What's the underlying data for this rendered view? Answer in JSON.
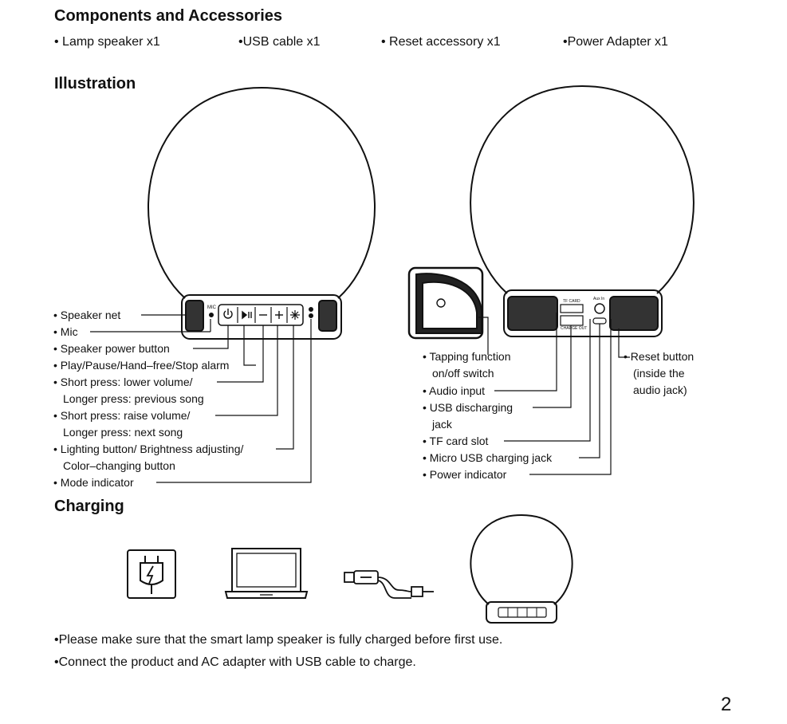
{
  "components": {
    "heading": "Components and Accessories",
    "items": [
      "• Lamp speaker x1",
      "•USB cable x1",
      "• Reset accessory x1",
      "•Power Adapter x1"
    ]
  },
  "illustration": {
    "heading": "Illustration",
    "left_labels": [
      "• Speaker net",
      "• Mic",
      "• Speaker power button",
      "• Play/Pause/Hand–free/Stop alarm",
      "• Short press: lower volume/",
      "Longer press: previous song",
      "• Short press: raise volume/",
      "Longer press: next song",
      "• Lighting button/ Brightness adjusting/",
      "Color–changing button",
      "• Mode indicator"
    ],
    "right_labels": [
      "• Tapping function",
      "on/off switch",
      "• Audio input",
      "• USB discharging",
      "jack",
      "• TF card slot",
      "• Micro USB charging jack",
      "• Power indicator"
    ],
    "reset_labels": [
      "• Reset button",
      "(inside the",
      "audio jack)"
    ],
    "device_markings": {
      "mic": "MIC",
      "tf_card": "TF CARD",
      "audio_in": "Aux In",
      "charge": "CHARGE OUT"
    }
  },
  "charging": {
    "heading": "Charging",
    "notes": [
      "•Please make sure that the smart lamp speaker is fully charged before first use.",
      "•Connect the product and AC adapter with USB cable to charge."
    ]
  },
  "page_number": "2",
  "icons": [
    "power-adapter-icon",
    "laptop-icon",
    "usb-cable-icon",
    "lamp-speaker-icon",
    "power-icon",
    "play-pause-icon",
    "minus-icon",
    "plus-icon",
    "light-icon"
  ]
}
